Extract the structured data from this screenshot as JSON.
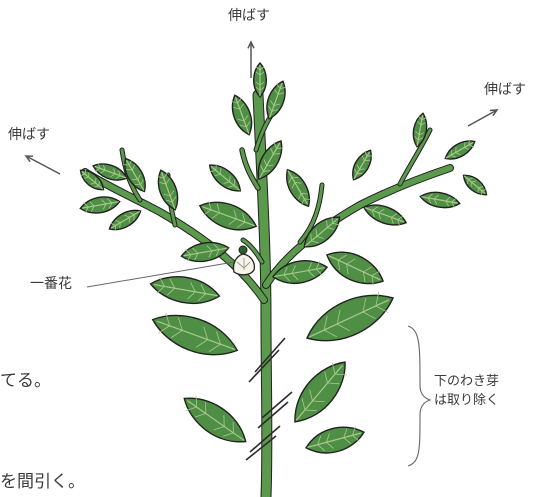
{
  "labels": {
    "top": "伸ばす",
    "left": "伸ばす",
    "right": "伸ばす",
    "first_flower": "一番花",
    "lower_buds_line1": "下のわき芽",
    "lower_buds_line2": "は取り除く"
  },
  "body_text": {
    "line1": "てる。",
    "line2": "を間引く。"
  },
  "colors": {
    "leaf": "#4f8f45",
    "leaf_dark": "#2f5e2c",
    "stem": "#5b9a4c",
    "outline": "#222222",
    "vein": "#a9c98c",
    "flower": "#f5f3ea",
    "arrow": "#555555",
    "cut_mark": "#2a2a2a"
  }
}
